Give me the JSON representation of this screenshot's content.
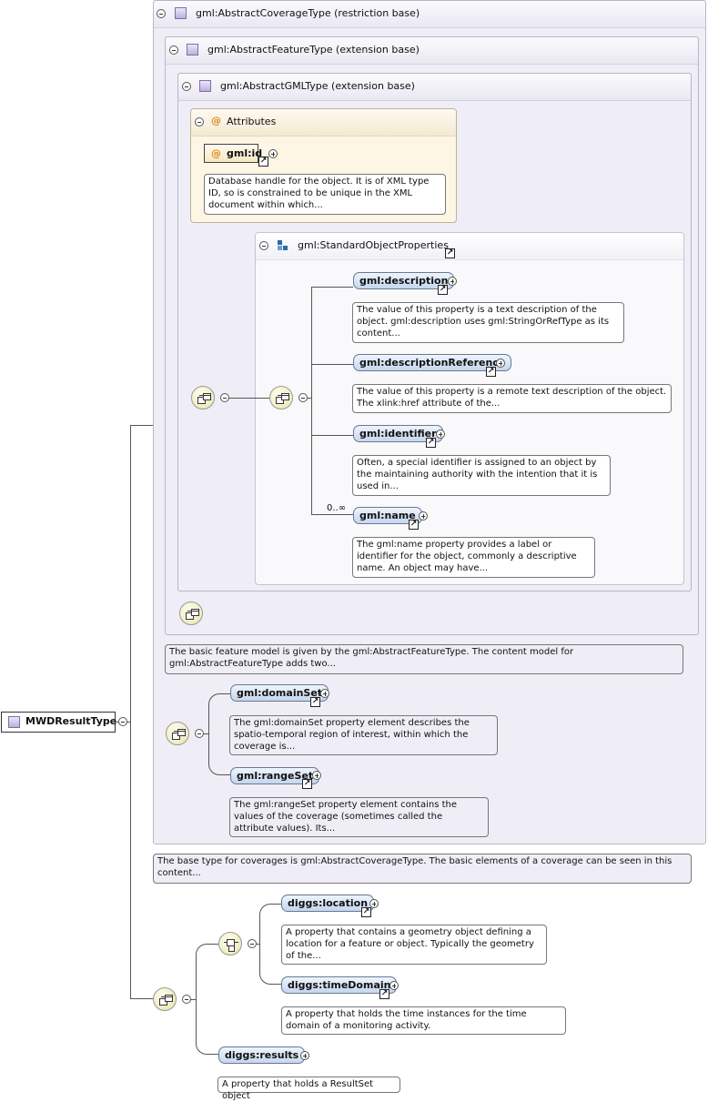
{
  "root": {
    "label": "MWDResultType"
  },
  "coverage": {
    "title": "gml:AbstractCoverageType (restriction base)",
    "doc": "The base type for coverages is gml:AbstractCoverageType. The basic elements of a coverage can be seen in this content..."
  },
  "feature": {
    "title": "gml:AbstractFeatureType (extension base)",
    "doc": "The basic feature model is given by the gml:AbstractFeatureType. The content model for gml:AbstractFeatureType adds two..."
  },
  "gml_type": {
    "title": "gml:AbstractGMLType (extension base)"
  },
  "attributes": {
    "title": "Attributes",
    "items": [
      {
        "name": "gml:id",
        "doc": "Database handle for the object. It is of XML type ID, so is constrained to be unique in the XML document within which..."
      }
    ]
  },
  "standard_props": {
    "title": "gml:StandardObjectProperties",
    "cardinality": "0..∞",
    "elements": [
      {
        "name": "gml:description",
        "doc": "The value of this property is a text description of the object. gml:description uses gml:StringOrRefType as its content..."
      },
      {
        "name": "gml:descriptionReference",
        "doc": "The value of this property is a remote text description of the object. The xlink:href attribute of the..."
      },
      {
        "name": "gml:identifier",
        "doc": "Often, a special identifier is assigned to an object by the maintaining authority with the intention that it is used in..."
      },
      {
        "name": "gml:name",
        "doc": "The gml:name property provides a label or identifier for the object, commonly a descriptive name. An object may have..."
      }
    ]
  },
  "coverage_elements": [
    {
      "name": "gml:domainSet",
      "doc": "The gml:domainSet property element describes the spatio-temporal region of interest, within which the coverage is..."
    },
    {
      "name": "gml:rangeSet",
      "doc": "The gml:rangeSet property element contains the values of the coverage (sometimes called the attribute values). Its..."
    }
  ],
  "diggs_elements": [
    {
      "name": "diggs:location",
      "doc": "A property that contains a geometry object defining a location for a feature or object. Typically the geometry of the..."
    },
    {
      "name": "diggs:timeDomain",
      "doc": "A property that holds the time instances for the time domain of a monitoring activity."
    },
    {
      "name": "diggs:results",
      "doc": "A property that holds a ResultSet object"
    }
  ],
  "colors": {
    "type_box": "#efeef6",
    "attr_box": "#fdf6e4",
    "element_fill": "#c6d6ee",
    "compositor": "#e9e3a8"
  },
  "icons": [
    "type-icon",
    "attribute-icon",
    "group-icon",
    "sequence-icon",
    "choice-icon",
    "link-arrow-icon",
    "expand-plus-icon",
    "collapse-minus-icon"
  ]
}
